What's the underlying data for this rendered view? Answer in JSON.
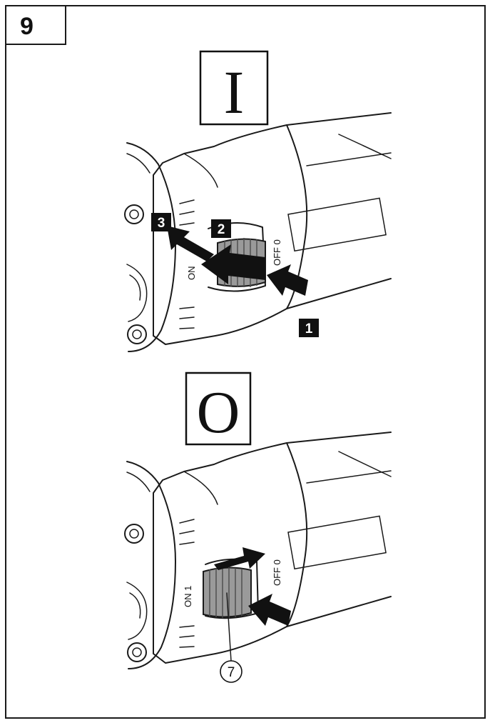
{
  "figure": {
    "number": "9"
  },
  "panels": {
    "on": {
      "mode_symbol": "I",
      "steps": [
        "1",
        "2",
        "3"
      ],
      "labels": {
        "on": "ON",
        "off": "OFF 0"
      }
    },
    "off": {
      "mode_symbol": "O",
      "labels": {
        "on": "ON 1",
        "off": "OFF 0"
      },
      "callout": "7"
    }
  }
}
